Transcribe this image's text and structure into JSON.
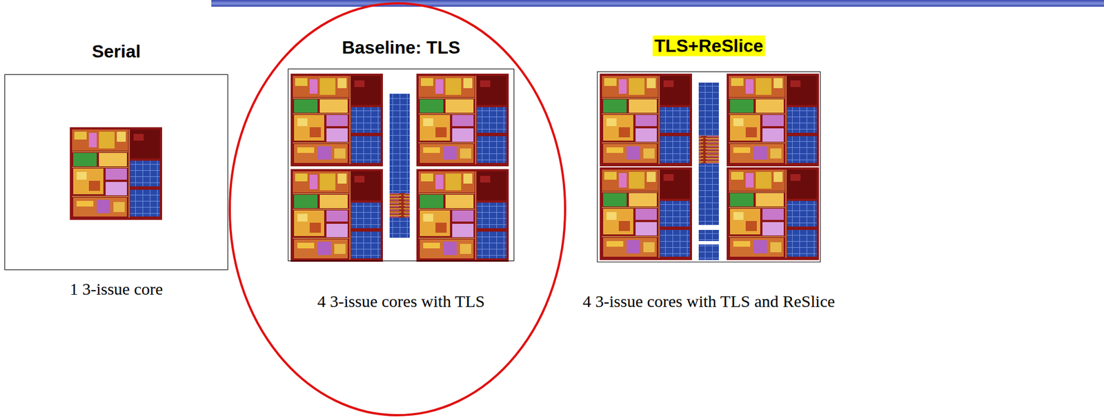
{
  "diagram": {
    "nodes": [
      {
        "text": [
          "Serial",
          "1 3-issue core"
        ]
      },
      {
        "text": [
          "Baseline: TLS",
          "4 3-issue cores with TLS"
        ]
      },
      {
        "text": [
          "TLS+ReSlice",
          "4 3-issue cores with TLS and ReSlice"
        ]
      }
    ]
  }
}
